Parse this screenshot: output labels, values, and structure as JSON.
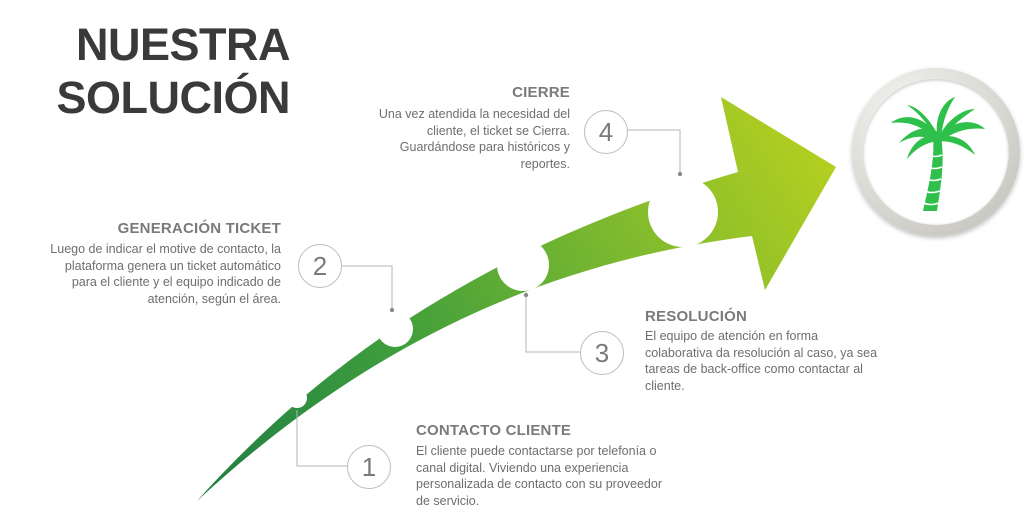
{
  "title": {
    "line1": "NUESTRA",
    "line2": "SOLUCIÓN"
  },
  "steps": [
    {
      "number": "1",
      "title": "CONTACTO CLIENTE",
      "text": "El cliente puede contactarse por telefonía o canal digital. Viviendo una experiencia personalizada de contacto con su proveedor de servicio."
    },
    {
      "number": "2",
      "title": "GENERACIÓN TICKET",
      "text": "Luego de indicar el motive de contacto, la plataforma genera un ticket automático para el cliente y el equipo indicado de atención, según el área."
    },
    {
      "number": "3",
      "title": "RESOLUCIÓN",
      "text": "El equipo de atención en forma colaborativa da resolución al caso, ya sea tareas de back-office como contactar al cliente."
    },
    {
      "number": "4",
      "title": "CIERRE",
      "text": "Una vez atendida la necesidad del cliente, el ticket se Cierra. Guardándose para históricos y reportes."
    }
  ],
  "colors": {
    "arrow_light": "#a6c824",
    "arrow_dark": "#1f8a45",
    "palm": "#2ec04a",
    "text": "#6e6e6e",
    "title": "#3a3a3a"
  },
  "logo": {
    "icon": "palm-tree-icon"
  }
}
